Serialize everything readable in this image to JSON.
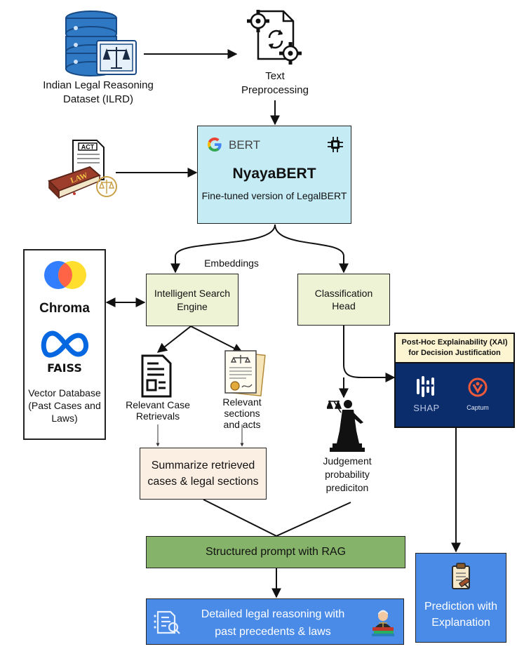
{
  "dataset": {
    "label_line1": "Indian Legal Reasoning",
    "label_line2": "Dataset (ILRD)"
  },
  "preprocess": {
    "label_line1": "Text",
    "label_line2": "Preprocessing"
  },
  "model": {
    "bert_label": "BERT",
    "title": "NyayaBERT",
    "subtitle": "Fine-tuned version of LegalBERT"
  },
  "law_book": {
    "act_label": "ACT",
    "law_label": "LAW"
  },
  "embeddings_label": "Embeddings",
  "vector_db": {
    "chroma_label": "Chroma",
    "faiss_label": "FAISS",
    "caption_line1": "Vector Database",
    "caption_line2": "(Past Cases and",
    "caption_line3": "Laws)"
  },
  "search_engine": {
    "line1": "Intelligent Search",
    "line2": "Engine"
  },
  "classification": {
    "line1": "Classification",
    "line2": "Head"
  },
  "case_retrievals": {
    "line1": "Relevant Case",
    "line2": "Retrievals"
  },
  "sections_acts": {
    "line1": "Relevant",
    "line2": "sections",
    "line3": "and acts"
  },
  "summarize": {
    "line1": "Summarize retrieved",
    "line2": "cases & legal sections"
  },
  "judgement": {
    "line1": "Judgement",
    "line2": "probability",
    "line3": "prediciton"
  },
  "xai": {
    "title_line1": "Post-Hoc Explainability (XAI)",
    "title_line2": "for Decision Justification",
    "shap_label": "SHAP",
    "captum_label": "Captum"
  },
  "rag_prompt": {
    "label": "Structured prompt with RAG"
  },
  "reasoning": {
    "line1": "Detailed legal reasoning with",
    "line2": "past precedents & laws"
  },
  "prediction": {
    "line1": "Prediction with",
    "line2": "Explanation"
  },
  "colors": {
    "bert_box": "#c5ecf5",
    "light_green": "#eef3d6",
    "summarize_fill": "#fbeee3",
    "rag_green": "#85b36a",
    "blue_box": "#4a8be8",
    "xai_navy": "#0c2d6b",
    "xai_header": "#fdf5d2"
  }
}
